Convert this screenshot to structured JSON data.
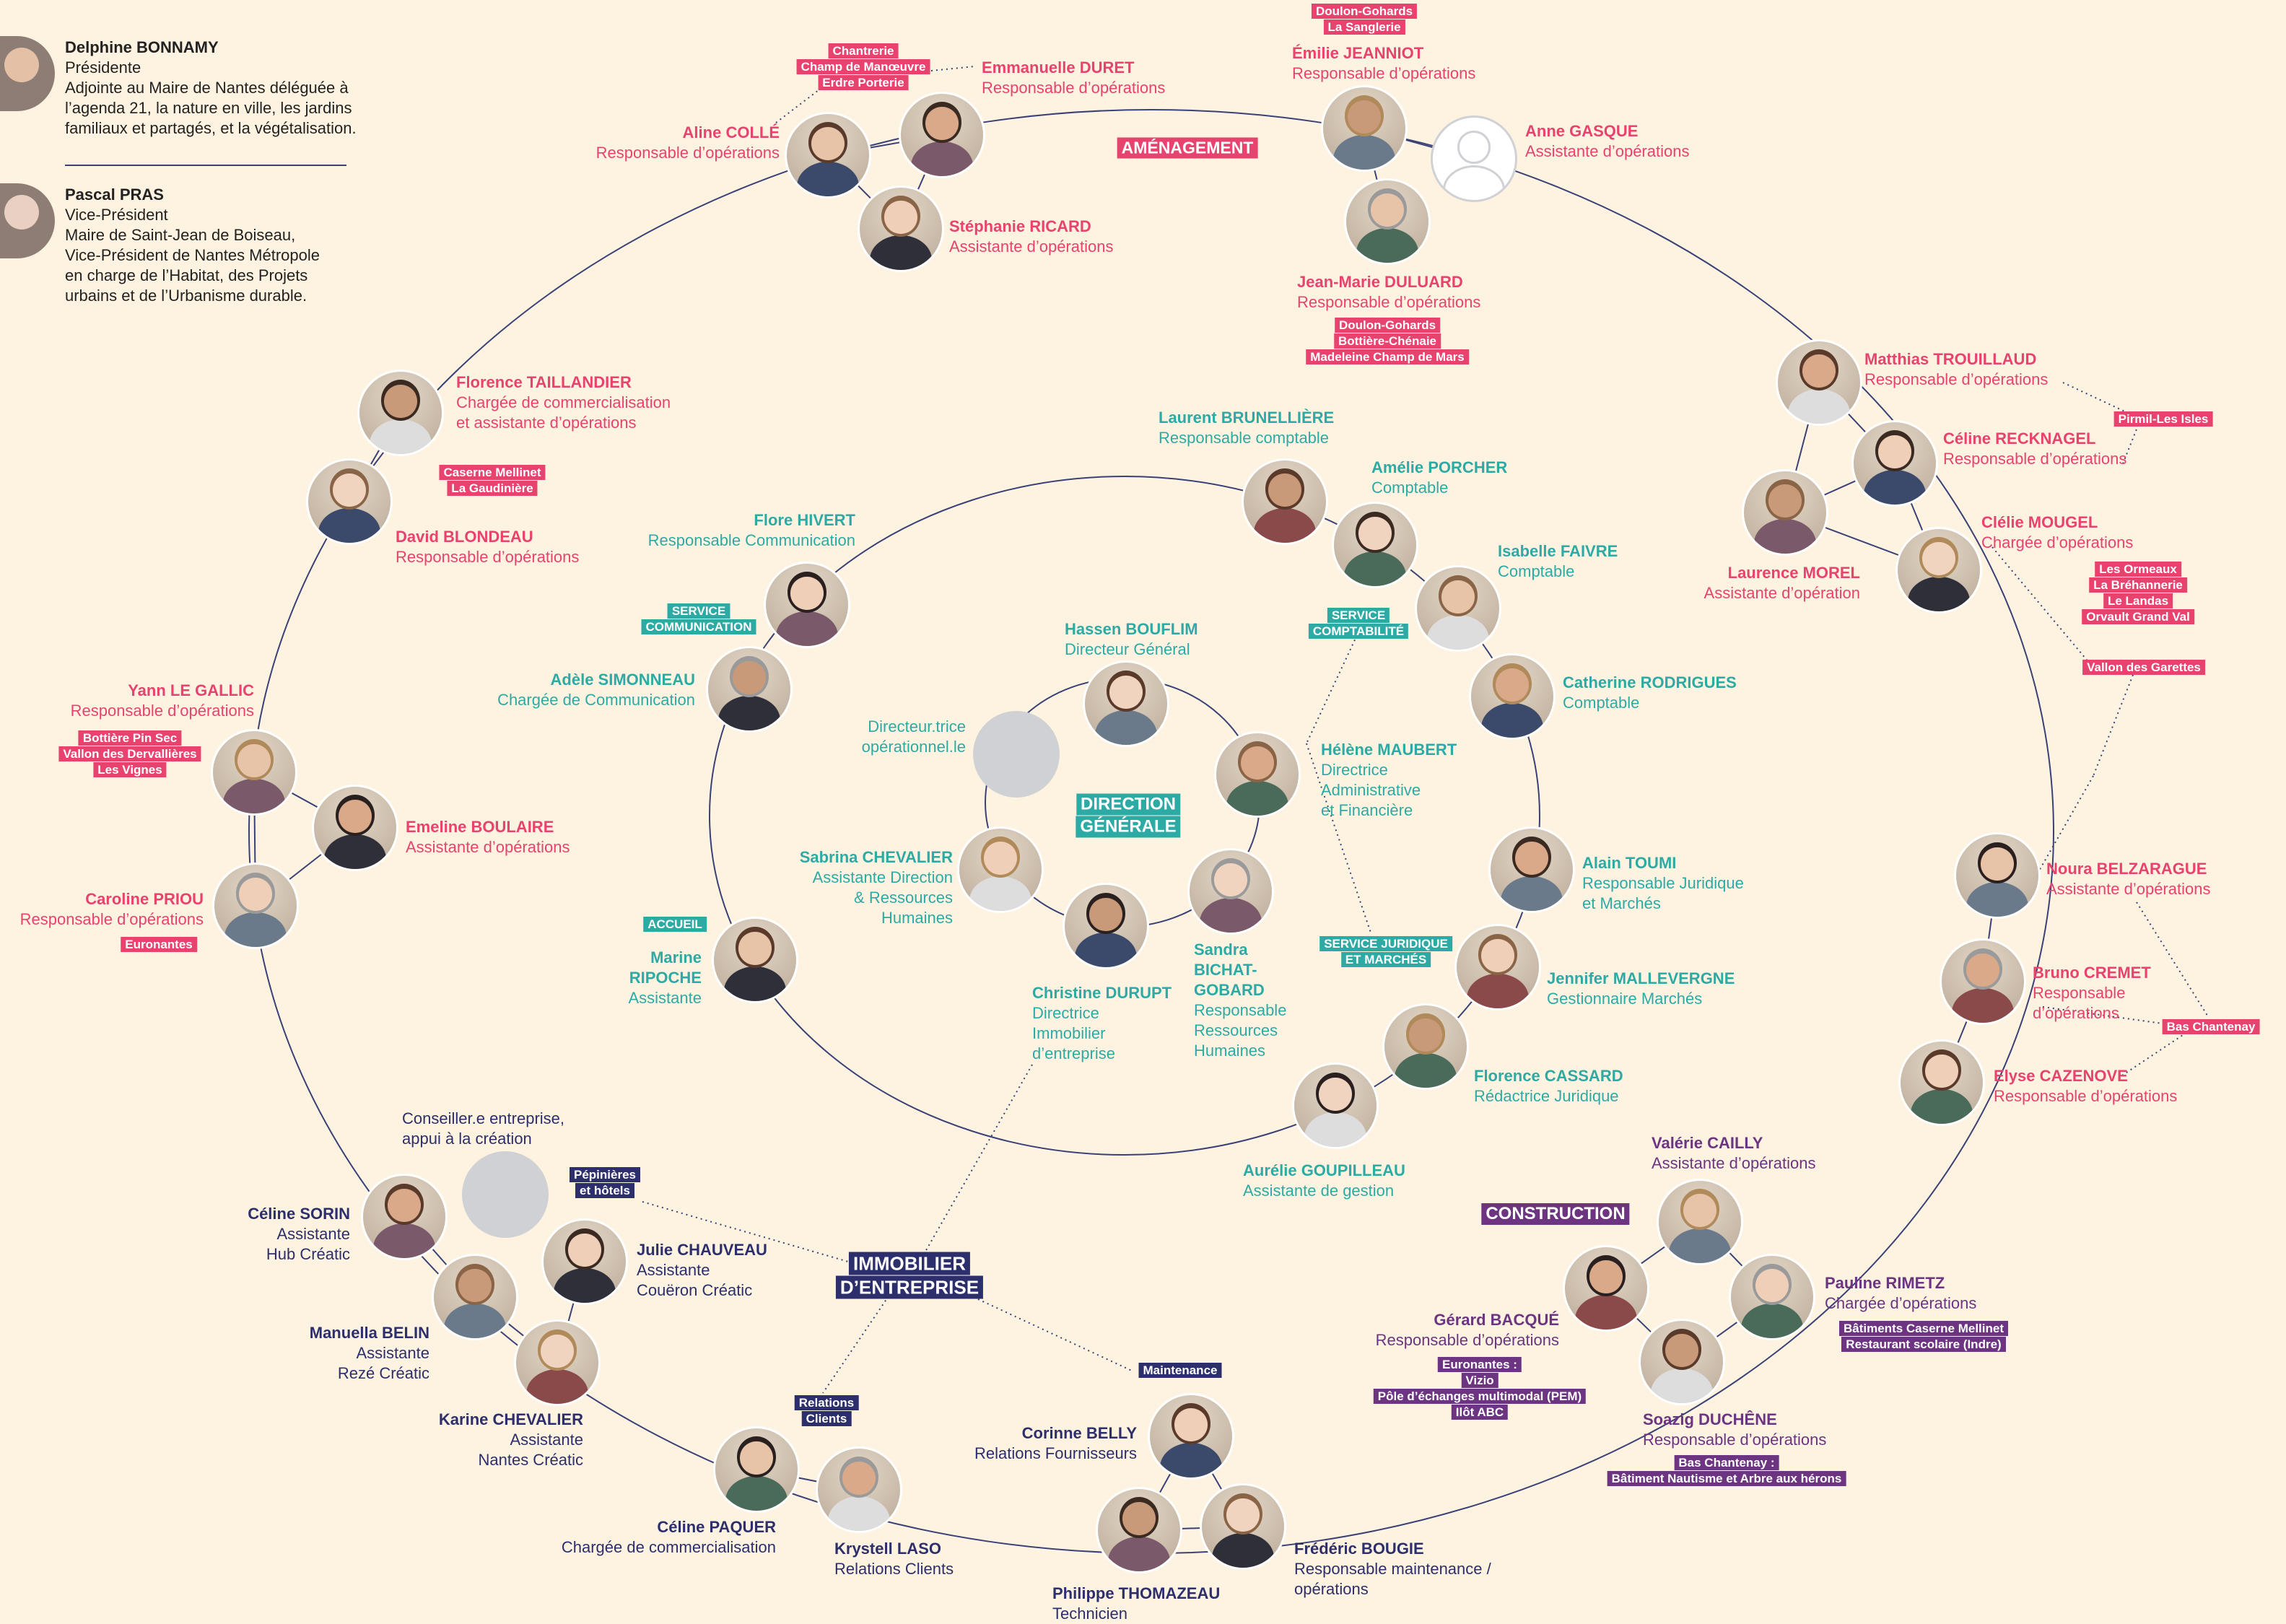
{
  "colors": {
    "bg": "#fef3e1",
    "pink": "#e8426e",
    "teal": "#2eaaa5",
    "navy": "#2c2f6b",
    "purple": "#6c3481",
    "ring": "#3a4177"
  },
  "leaders": [
    {
      "name": "Delphine BONNAMY",
      "role": "Présidente",
      "desc": [
        "Adjointe au Maire de Nantes déléguée à",
        "l’agenda 21, la nature en ville, les jardins",
        "familiaux et partagés, et la végétalisation."
      ]
    },
    {
      "name": "Pascal PRAS",
      "role": "Vice-Président",
      "desc": [
        "Maire de Saint-Jean de Boiseau,",
        "Vice-Président de Nantes Métropole",
        "en charge de l’Habitat, des Projets",
        "urbains et de l’Urbanisme durable."
      ]
    }
  ],
  "sections": [
    {
      "id": "amenagement",
      "lines": [
        "AMÉNAGEMENT"
      ],
      "color": "pink"
    },
    {
      "id": "direction",
      "lines": [
        "DIRECTION",
        "GÉNÉRALE"
      ],
      "color": "teal"
    },
    {
      "id": "immobilier",
      "lines": [
        "IMMOBILIER",
        "D’ENTREPRISE"
      ],
      "color": "navy"
    },
    {
      "id": "construction",
      "lines": [
        "CONSTRUCTION"
      ],
      "color": "purple"
    }
  ],
  "people": [
    {
      "id": "aline",
      "name": "Aline COLLÉ",
      "role": [
        "Responsable d’opérations"
      ],
      "color": "pink"
    },
    {
      "id": "emmanuelle",
      "name": "Emmanuelle DURET",
      "role": [
        "Responsable d’opérations"
      ],
      "color": "pink"
    },
    {
      "id": "stephanie",
      "name": "Stéphanie RICARD",
      "role": [
        "Assistante d’opérations"
      ],
      "color": "pink"
    },
    {
      "id": "emilie",
      "name": "Émilie JEANNIOT",
      "role": [
        "Responsable d’opérations"
      ],
      "color": "pink"
    },
    {
      "id": "anne",
      "name": "Anne GASQUE",
      "role": [
        "Assistante d’opérations"
      ],
      "color": "pink"
    },
    {
      "id": "jeanmarie",
      "name": "Jean-Marie DULUARD",
      "role": [
        "Responsable d’opérations"
      ],
      "color": "pink"
    },
    {
      "id": "matthias",
      "name": "Matthias TROUILLAUD",
      "role": [
        "Responsable d’opérations"
      ],
      "color": "pink"
    },
    {
      "id": "celiner",
      "name": "Céline RECKNAGEL",
      "role": [
        "Responsable d’opérations"
      ],
      "color": "pink"
    },
    {
      "id": "laurence",
      "name": "Laurence MOREL",
      "role": [
        "Assistante  d’opération"
      ],
      "color": "pink"
    },
    {
      "id": "clelie",
      "name": "Clélie MOUGEL",
      "role": [
        "Chargée d’opérations"
      ],
      "color": "pink"
    },
    {
      "id": "noura",
      "name": "Noura BELZARAGUE",
      "role": [
        "Assistante d’opérations"
      ],
      "color": "pink"
    },
    {
      "id": "bruno",
      "name": "Bruno CREMET",
      "role": [
        "Responsable",
        "d’opérations"
      ],
      "color": "pink"
    },
    {
      "id": "elyse",
      "name": "Elyse CAZENOVE",
      "role": [
        "Responsable d’opérations"
      ],
      "color": "pink"
    },
    {
      "id": "florencet",
      "name": "Florence TAILLANDIER",
      "role": [
        "Chargée de commercialisation",
        "et assistante d’opérations"
      ],
      "color": "pink"
    },
    {
      "id": "david",
      "name": "David BLONDEAU",
      "role": [
        "Responsable d’opérations"
      ],
      "color": "pink"
    },
    {
      "id": "yann",
      "name": "Yann LE GALLIC",
      "role": [
        "Responsable d’opérations"
      ],
      "color": "pink"
    },
    {
      "id": "emeline",
      "name": "Emeline BOULAIRE",
      "role": [
        "Assistante d’opérations"
      ],
      "color": "pink"
    },
    {
      "id": "caroline",
      "name": "Caroline PRIOU",
      "role": [
        "Responsable d’opérations"
      ],
      "color": "pink"
    },
    {
      "id": "laurent",
      "name": "Laurent BRUNELLIÈRE",
      "role": [
        "Responsable comptable"
      ],
      "color": "teal"
    },
    {
      "id": "amelie",
      "name": "Amélie PORCHER",
      "role": [
        "Comptable"
      ],
      "color": "teal"
    },
    {
      "id": "isabelle",
      "name": "Isabelle FAIVRE",
      "role": [
        "Comptable"
      ],
      "color": "teal"
    },
    {
      "id": "catherine",
      "name": "Catherine RODRIGUES",
      "role": [
        "Comptable"
      ],
      "color": "teal"
    },
    {
      "id": "flore",
      "name": "Flore HIVERT",
      "role": [
        "Responsable Communication"
      ],
      "color": "teal"
    },
    {
      "id": "adele",
      "name": "Adèle SIMONNEAU",
      "role": [
        "Chargée de Communication"
      ],
      "color": "teal"
    },
    {
      "id": "hassen",
      "name": "Hassen BOUFLIM",
      "role": [
        "Directeur Général"
      ],
      "color": "teal"
    },
    {
      "id": "dirop",
      "name": "",
      "role": [
        "Directeur.trice",
        "opérationnel.le"
      ],
      "color": "teal"
    },
    {
      "id": "helene",
      "name": "Hélène MAUBERT",
      "role": [
        "Directrice",
        "Administrative",
        "et Financière"
      ],
      "color": "teal"
    },
    {
      "id": "sabrina",
      "name": "Sabrina CHEVALIER",
      "role": [
        "Assistante Direction",
        "& Ressources",
        "Humaines"
      ],
      "color": "teal"
    },
    {
      "id": "christine",
      "name": "Christine DURUPT",
      "role": [
        "Directrice",
        "Immobilier",
        "d’entreprise"
      ],
      "color": "teal"
    },
    {
      "id": "sandra",
      "name": "Sandra",
      "name2": [
        "BICHAT-",
        "GOBARD"
      ],
      "role": [
        "Responsable",
        "Ressources",
        "Humaines"
      ],
      "color": "teal"
    },
    {
      "id": "marine",
      "name": "Marine",
      "name2": [
        "RIPOCHE"
      ],
      "role": [
        "Assistante"
      ],
      "color": "teal"
    },
    {
      "id": "alain",
      "name": "Alain TOUMI",
      "role": [
        "Responsable Juridique",
        "et Marchés"
      ],
      "color": "teal"
    },
    {
      "id": "jennifer",
      "name": "Jennifer MALLEVERGNE",
      "role": [
        "Gestionnaire Marchés"
      ],
      "color": "teal"
    },
    {
      "id": "florencec",
      "name": "Florence CASSARD",
      "role": [
        "Rédactrice Juridique"
      ],
      "color": "teal"
    },
    {
      "id": "aurelie",
      "name": "Aurélie GOUPILLEAU",
      "role": [
        "Assistante de gestion"
      ],
      "color": "teal"
    },
    {
      "id": "conseiller",
      "name": "",
      "role": [
        "Conseiller.e entreprise,",
        "appui à la création"
      ],
      "color": "navy"
    },
    {
      "id": "celines",
      "name": "Céline SORIN",
      "role": [
        "Assistante",
        "Hub Créatic"
      ],
      "color": "navy"
    },
    {
      "id": "julie",
      "name": "Julie CHAUVEAU",
      "role": [
        "Assistante",
        "Couëron Créatic"
      ],
      "color": "navy"
    },
    {
      "id": "manuella",
      "name": "Manuella BELIN",
      "role": [
        "Assistante",
        "Rezé Créatic"
      ],
      "color": "navy"
    },
    {
      "id": "karine",
      "name": "Karine CHEVALIER",
      "role": [
        "Assistante",
        "Nantes Créatic"
      ],
      "color": "navy"
    },
    {
      "id": "celinep",
      "name": "Céline PAQUER",
      "role": [
        "Chargée de commercialisation"
      ],
      "color": "navy"
    },
    {
      "id": "krystell",
      "name": "Krystell LASO",
      "role": [
        "Relations Clients"
      ],
      "color": "navy"
    },
    {
      "id": "corinne",
      "name": "Corinne BELLY",
      "role": [
        "Relations Fournisseurs"
      ],
      "color": "navy"
    },
    {
      "id": "philippe",
      "name": "Philippe THOMAZEAU",
      "role": [
        "Technicien"
      ],
      "color": "navy"
    },
    {
      "id": "frederic",
      "name": "Frédéric BOUGIE",
      "role": [
        "Responsable maintenance /",
        "opérations"
      ],
      "color": "navy"
    },
    {
      "id": "valerie",
      "name": "Valérie CAILLY",
      "role": [
        "Assistante d’opérations"
      ],
      "color": "purple"
    },
    {
      "id": "gerard",
      "name": "Gérard BACQUÉ",
      "role": [
        "Responsable d’opérations"
      ],
      "color": "purple"
    },
    {
      "id": "pauline",
      "name": "Pauline RIMETZ",
      "role": [
        "Chargée d’opérations"
      ],
      "color": "purple"
    },
    {
      "id": "soazig",
      "name": "Soazig DUCHÊNE",
      "role": [
        "Responsable d’opérations"
      ],
      "color": "purple"
    }
  ],
  "tags": [
    {
      "id": "t_aline",
      "color": "pink",
      "items": [
        "Chantrerie",
        "Champ de Manœuvre",
        "Erdre Porterie"
      ]
    },
    {
      "id": "t_emilie",
      "color": "pink",
      "items": [
        "Doulon-Gohards",
        "La Sanglerie"
      ]
    },
    {
      "id": "t_jeanmarie",
      "color": "pink",
      "items": [
        "Doulon-Gohards",
        "Bottière-Chénaie",
        "Madeleine Champ de Mars"
      ]
    },
    {
      "id": "t_pirmil",
      "color": "pink",
      "items": [
        "Pirmil-Les Isles"
      ]
    },
    {
      "id": "t_clelie",
      "color": "pink",
      "items": [
        "Les Ormeaux",
        "La Bréhannerie",
        "Le Landas",
        "Orvault Grand Val"
      ]
    },
    {
      "id": "t_vallon",
      "color": "pink",
      "items": [
        "Vallon des Garettes"
      ]
    },
    {
      "id": "t_bas",
      "color": "pink",
      "items": [
        "Bas Chantenay"
      ]
    },
    {
      "id": "t_caserne",
      "color": "pink",
      "items": [
        "Caserne Mellinet",
        "La Gaudinière"
      ]
    },
    {
      "id": "t_yann",
      "color": "pink",
      "items": [
        "Bottière Pin Sec",
        "Vallon des Dervallières",
        "Les Vignes"
      ]
    },
    {
      "id": "t_caroline",
      "color": "pink",
      "items": [
        "Euronantes"
      ]
    },
    {
      "id": "t_service_com",
      "color": "teal",
      "items": [
        "SERVICE",
        "COMMUNICATION"
      ]
    },
    {
      "id": "t_service_compta",
      "color": "teal",
      "items": [
        "SERVICE",
        "COMPTABILITÉ"
      ]
    },
    {
      "id": "t_service_jur",
      "color": "teal",
      "items": [
        "SERVICE JURIDIQUE",
        "ET MARCHÉS"
      ]
    },
    {
      "id": "t_accueil",
      "color": "teal",
      "items": [
        "ACCUEIL"
      ]
    },
    {
      "id": "t_pepinieres",
      "color": "navy",
      "items": [
        "Pépinières",
        "et hôtels"
      ]
    },
    {
      "id": "t_relations",
      "color": "navy",
      "items": [
        "Relations",
        "Clients"
      ]
    },
    {
      "id": "t_maintenance",
      "color": "navy",
      "items": [
        "Maintenance"
      ]
    },
    {
      "id": "t_gerard",
      "color": "purple",
      "items": [
        "Euronantes :",
        "Vizio",
        "Pôle d’échanges multimodal (PEM)",
        "Ilôt ABC"
      ]
    },
    {
      "id": "t_pauline",
      "color": "purple",
      "items": [
        "Bâtiments Caserne Mellinet",
        "Restaurant scolaire (Indre)"
      ]
    },
    {
      "id": "t_soazig",
      "color": "purple",
      "items": [
        "Bas Chantenay :",
        "Bâtiment Nautisme et Arbre aux hérons"
      ]
    }
  ]
}
